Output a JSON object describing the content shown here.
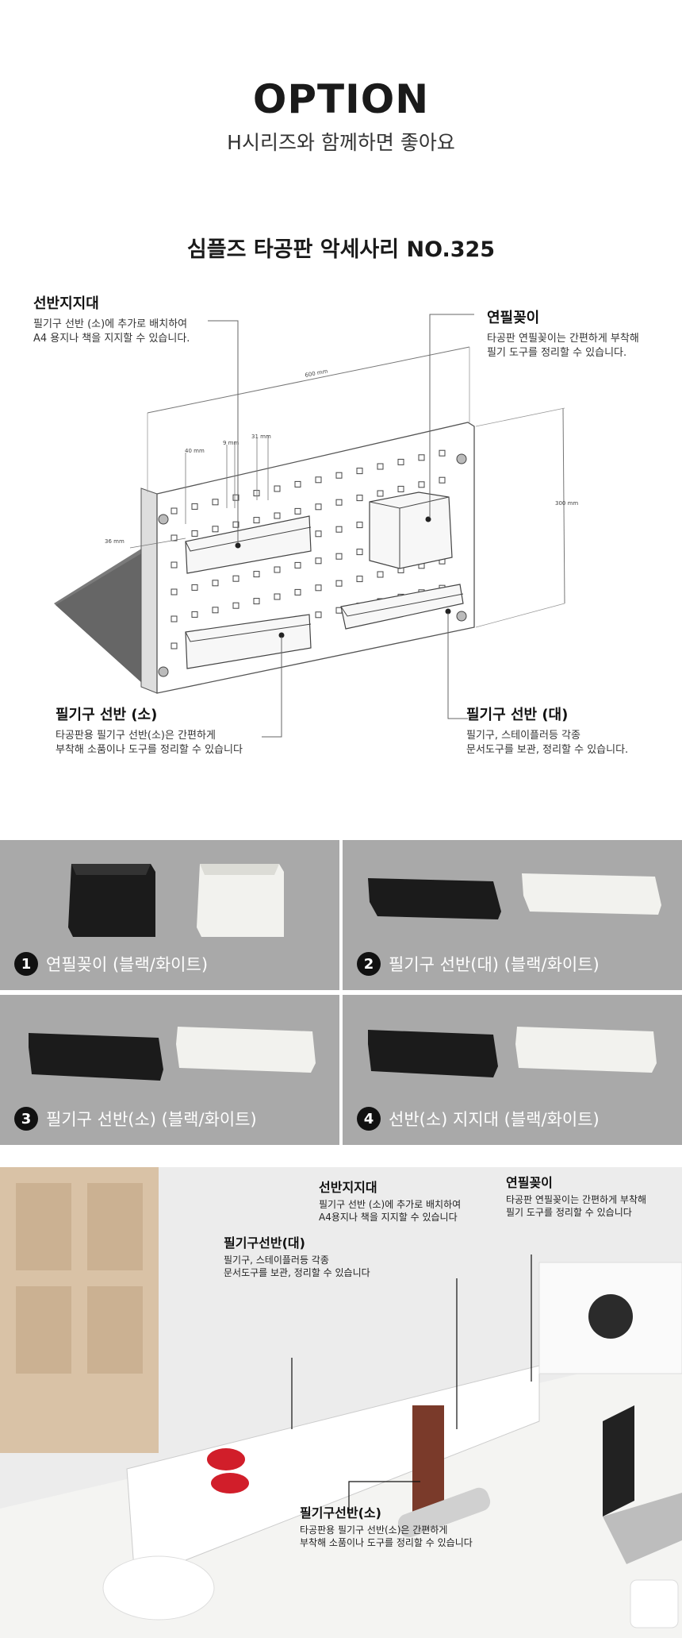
{
  "header": {
    "title": "OPTION",
    "subtitle": "H시리즈와 함께하면 좋아요",
    "product_title": "심플즈 타공판 악세사리 NO.325"
  },
  "diagram": {
    "dim_width": "600 mm",
    "dim_height": "300 mm",
    "dim_40": "40 mm",
    "dim_9": "9 mm",
    "dim_31": "31 mm",
    "dim_36": "36 mm",
    "callouts": {
      "shelf_support": {
        "title": "선반지지대",
        "line1": "필기구 선반 (소)에 추가로 배치하여",
        "line2": "A4 용지나 책을 지지할 수 있습니다."
      },
      "pen_holder": {
        "title": "연필꽂이",
        "line1": "타공판 연필꽂이는 간편하게 부착해",
        "line2": "필기 도구를 정리할 수 있습니다."
      },
      "shelf_small": {
        "title": "필기구 선반 (소)",
        "line1": "타공판용 필기구 선반(소)은 간편하게",
        "line2": "부착해 소품이나 도구를 정리할 수 있습니다"
      },
      "shelf_large": {
        "title": "필기구 선반 (대)",
        "line1": "필기구, 스테이플러등 각종",
        "line2": "문서도구를 보관, 정리할 수 있습니다."
      }
    }
  },
  "options": [
    {
      "num": "1",
      "label": "연필꽂이 (블랙/화이트)"
    },
    {
      "num": "2",
      "label": "필기구 선반(대) (블랙/화이트)"
    },
    {
      "num": "3",
      "label": "필기구 선반(소) (블랙/화이트)"
    },
    {
      "num": "4",
      "label": "선반(소) 지지대 (블랙/화이트)"
    }
  ],
  "photo": {
    "shelf_support": {
      "title": "선반지지대",
      "line1": "필기구 선반 (소)에 추가로 배치하여",
      "line2": "A4용지나 책을 지지할 수 있습니다"
    },
    "pen_holder": {
      "title": "연필꽂이",
      "line1": "타공판 연필꽂이는 간편하게 부착해",
      "line2": "필기 도구를 정리할 수 있습니다"
    },
    "shelf_large": {
      "title": "필기구선반(대)",
      "line1": "필기구, 스테이플러등 각종",
      "line2": "문서도구를 보관, 정리할 수 있습니다"
    },
    "shelf_small": {
      "title": "필기구선반(소)",
      "line1": "타공판용 필기구 선반(소)은 간편하게",
      "line2": "부착해 소품이나 도구를 정리할 수 있습니다"
    }
  },
  "colors": {
    "accent_black": "#111111",
    "card_bg": "#a9a9a9",
    "product_white": "#f2f2ee",
    "product_black": "#1b1b1b"
  }
}
